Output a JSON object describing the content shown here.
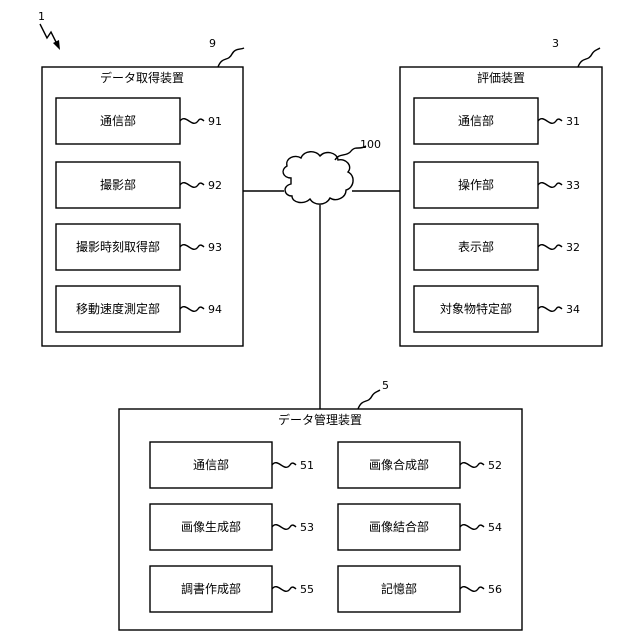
{
  "system_ref": "1",
  "network_ref": "100",
  "data_acquisition": {
    "title": "データ取得装置",
    "ref": "9",
    "components": [
      {
        "label": "通信部",
        "ref": "91"
      },
      {
        "label": "撮影部",
        "ref": "92"
      },
      {
        "label": "撮影時刻取得部",
        "ref": "93"
      },
      {
        "label": "移動速度測定部",
        "ref": "94"
      }
    ]
  },
  "evaluation": {
    "title": "評価装置",
    "ref": "3",
    "components": [
      {
        "label": "通信部",
        "ref": "31"
      },
      {
        "label": "操作部",
        "ref": "33"
      },
      {
        "label": "表示部",
        "ref": "32"
      },
      {
        "label": "対象物特定部",
        "ref": "34"
      }
    ]
  },
  "data_management": {
    "title": "データ管理装置",
    "ref": "5",
    "components": [
      {
        "label": "通信部",
        "ref": "51"
      },
      {
        "label": "画像合成部",
        "ref": "52"
      },
      {
        "label": "画像生成部",
        "ref": "53"
      },
      {
        "label": "画像結合部",
        "ref": "54"
      },
      {
        "label": "調書作成部",
        "ref": "55"
      },
      {
        "label": "記憶部",
        "ref": "56"
      }
    ]
  }
}
